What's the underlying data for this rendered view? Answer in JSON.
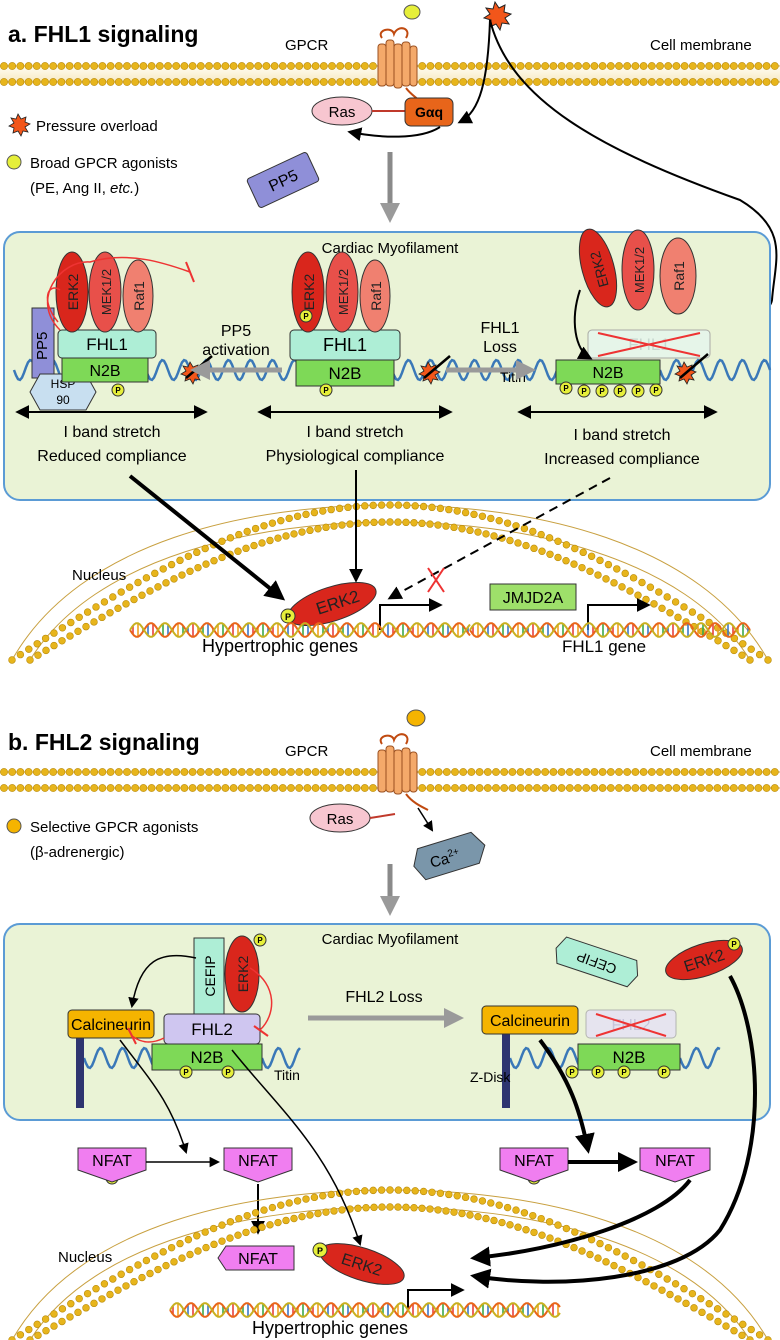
{
  "panel_a": {
    "title": "a. FHL1 signaling",
    "gpcr": "GPCR",
    "membrane": "Cell membrane",
    "ras": "Ras",
    "gaq": "Gαq",
    "legend_pressure": "Pressure overload",
    "legend_agonist_1": "Broad GPCR agonists",
    "legend_agonist_2_pre": "(PE, Ang II, ",
    "legend_agonist_2_it": "etc.",
    "legend_agonist_2_post": ")",
    "pp5_free": "PP5",
    "myofilament": "Cardiac Myofilament",
    "erk2": "ERK2",
    "mek": "MEK1/2",
    "raf": "Raf1",
    "fhl1": "FHL1",
    "n2b": "N2B",
    "pp5": "PP5",
    "hsp_1": "HSP",
    "hsp_2": "90",
    "pp5_act_1": "PP5",
    "pp5_act_2": "activation",
    "loss_1": "FHL1",
    "loss_2": "Loss",
    "titin": "Titin",
    "stretch": "I band stretch",
    "reduced": "Reduced compliance",
    "physio": "Physiological compliance",
    "increased": "Increased compliance",
    "nucleus": "Nucleus",
    "jmjd2a": "JMJD2A",
    "hyper_genes": "Hypertrophic genes",
    "fhl1_gene": "FHL1 gene",
    "p": "P"
  },
  "panel_b": {
    "title": "b. FHL2 signaling",
    "gpcr": "GPCR",
    "membrane": "Cell membrane",
    "ras": "Ras",
    "ca": "Ca",
    "ca_sup": "2+",
    "legend_1": "Selective GPCR agonists",
    "legend_2": "(β-adrenergic)",
    "myofilament": "Cardiac Myofilament",
    "cefip": "CEFIP",
    "erk2": "ERK2",
    "calcineurin": "Calcineurin",
    "fhl2": "FHL2",
    "n2b": "N2B",
    "titin": "Titin",
    "zdisk": "Z-Disk",
    "loss": "FHL2 Loss",
    "nfat": "NFAT",
    "nucleus": "Nucleus",
    "hyper_genes": "Hypertrophic genes",
    "p": "P"
  },
  "colors": {
    "membrane_head": "#e8b820",
    "myofilament_fill": "#eaf3d6",
    "myofilament_border": "#5b9bd5",
    "erk": "#d9261c",
    "mek": "#e8504a",
    "raf": "#f08070",
    "n2b": "#7ed957",
    "fhl": "#aeeed6",
    "pp5": "#8f8fd8",
    "calcineurin": "#f5b400",
    "nfat": "#f07ef0",
    "gaq": "#e8651a",
    "ras": "#f7c6d0",
    "titin": "#3a78b8"
  }
}
